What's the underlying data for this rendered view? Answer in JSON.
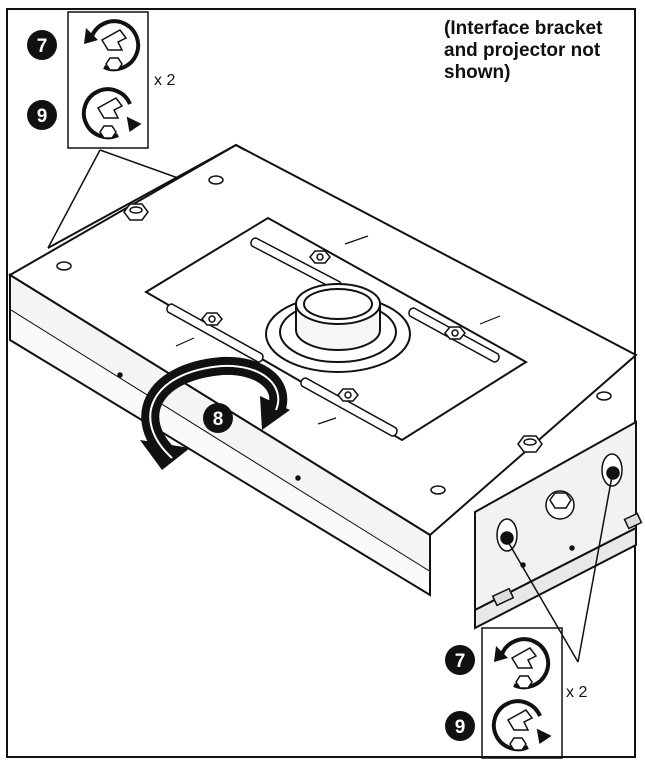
{
  "note": {
    "line1": "(Interface bracket",
    "line2": "and projector not",
    "line3": "shown)"
  },
  "top_steps": {
    "step_a": "7",
    "step_b": "9",
    "multiplier": "x 2"
  },
  "rotation_step": "8",
  "bottom_steps": {
    "step_a": "7",
    "step_b": "9",
    "multiplier": "x 2"
  },
  "icons": {
    "loosen": "wrench-counterclockwise-icon",
    "tighten": "wrench-clockwise-icon",
    "rotate": "curved-rotation-arrow-icon"
  }
}
